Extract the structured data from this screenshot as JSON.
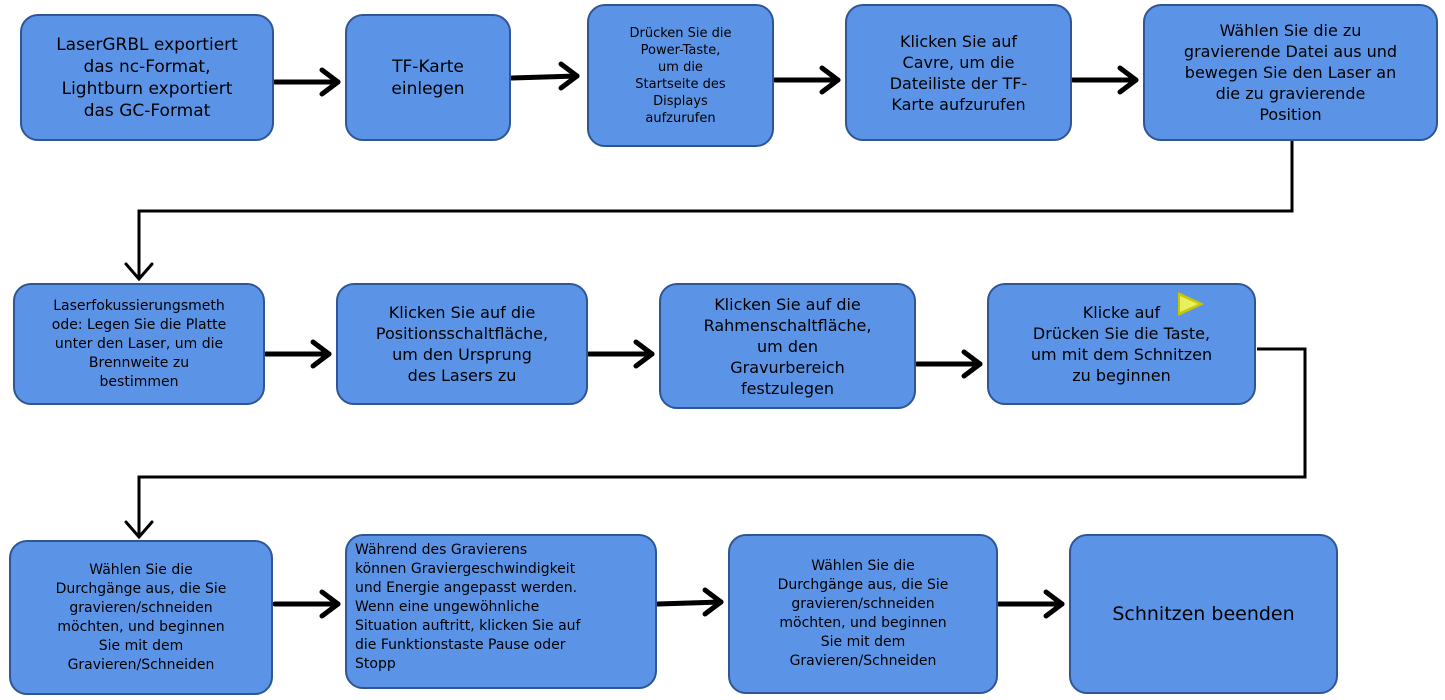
{
  "steps": {
    "s1": "LaserGRBL exportiert\ndas nc-Format,\nLightburn exportiert\ndas GC-Format",
    "s2": "TF-Karte\neinlegen",
    "s3": "Drücken Sie die\nPower-Taste,\num die\nStartseite des\nDisplays\naufzurufen",
    "s4": "Klicken Sie auf\nCavre, um die\nDateiliste der TF-\nKarte aufzurufen",
    "s5": "Wählen Sie die zu\ngravierende Datei aus und\nbewegen Sie den Laser an\ndie zu gravierende\nPosition",
    "s6": "Laserfokussierungsmeth\node: Legen Sie die Platte\nunter den Laser, um die\nBrennweite zu\nbestimmen",
    "s7": "Klicken Sie auf die\nPositionsschaltfläche,\num den Ursprung\ndes Lasers zu",
    "s8": "Klicken Sie auf die\nRahmenschaltfläche,\num den\nGravurbereich\nfestzulegen",
    "s9": "Klicke auf\nDrücken Sie die Taste,\num mit dem Schnitzen\nzu beginnen",
    "s10": "Wählen Sie die\nDurchgänge aus, die Sie\ngravieren/schneiden\nmöchten, und beginnen\nSie mit dem\nGravieren/Schneiden",
    "s11": "Während des Gravierens\nkönnen Graviergeschwindigkeit\nund Energie angepasst werden.\nWenn eine ungewöhnliche\nSituation auftritt, klicken Sie auf\ndie Funktionstaste Pause oder\nStopp",
    "s12": "Wählen Sie die\nDurchgänge aus, die Sie\ngravieren/schneiden\nmöchten, und beginnen\nSie mit dem\nGravieren/Schneiden",
    "s13": "Schnitzen beenden"
  },
  "colors": {
    "box_fill": "#5b94e6",
    "box_border": "#2f5597",
    "arrow": "#000000",
    "play_icon": "#c8c800"
  },
  "icons": {
    "start": "play-icon"
  }
}
